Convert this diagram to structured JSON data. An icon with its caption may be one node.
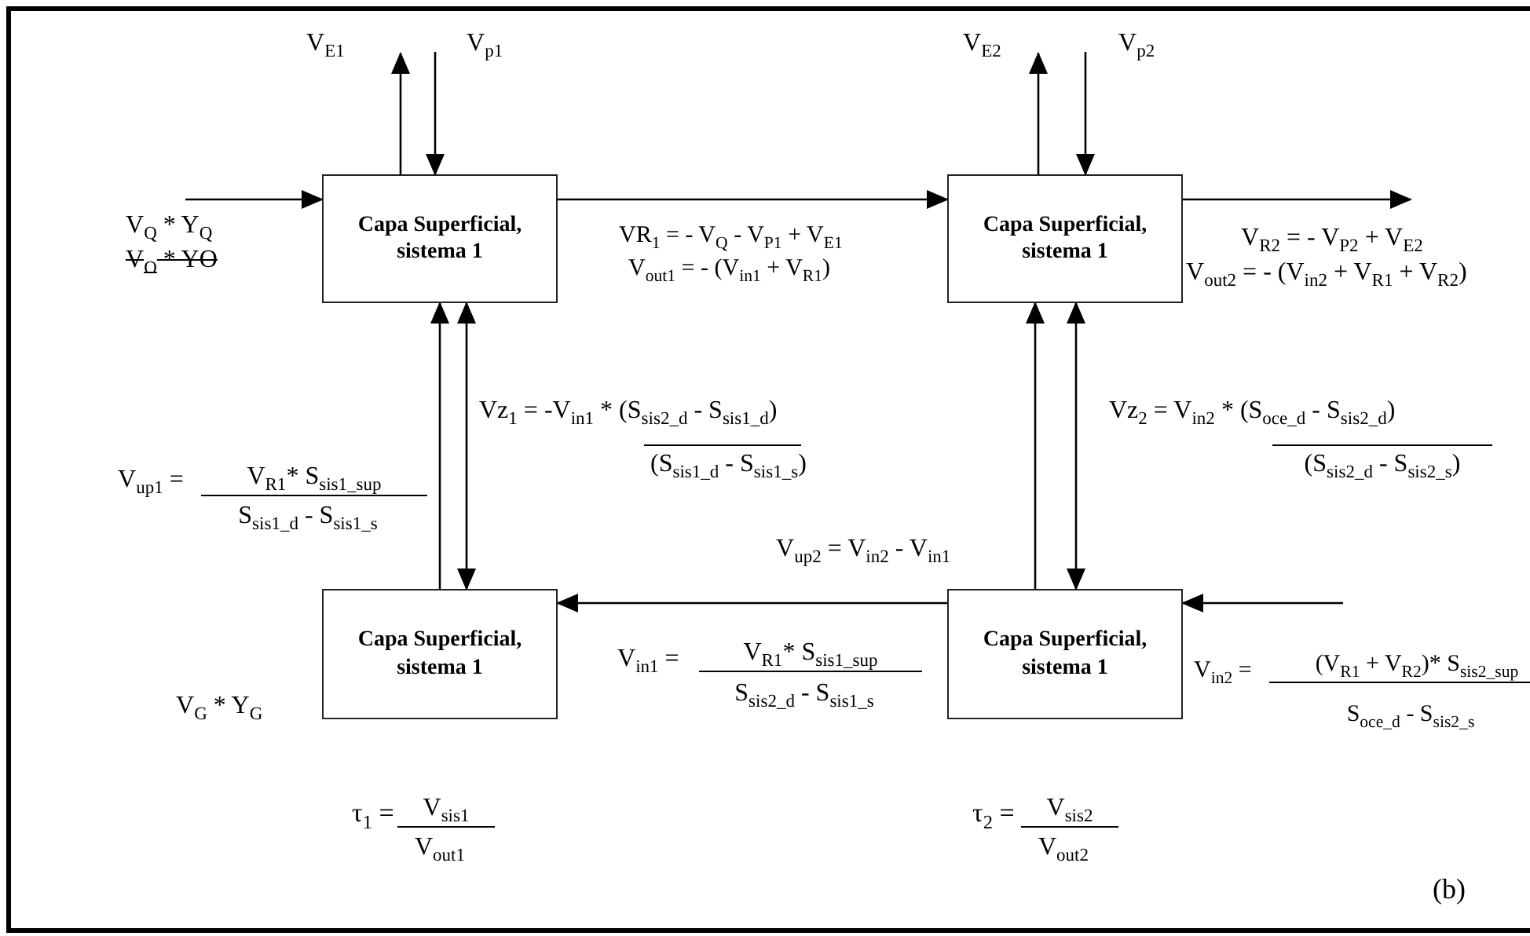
{
  "diagram": {
    "nodes": [
      {
        "text": [
          "Capa Superficial, sistema 1"
        ]
      },
      {
        "text": [
          "Capa Superficial, sistema 1"
        ]
      },
      {
        "text": [
          "Capa Superficial, sistema 1"
        ]
      },
      {
        "text": [
          "Capa Superficial, sistema 1"
        ]
      }
    ],
    "edges": [
      {
        "from": null,
        "to": 0,
        "arrow": "to"
      },
      {
        "from": 0,
        "to": null,
        "arrow": "to"
      },
      {
        "from": null,
        "to": 0,
        "arrow": "to"
      },
      {
        "from": 0,
        "to": 1,
        "arrow": "to"
      },
      {
        "from": 1,
        "to": null,
        "arrow": "to"
      },
      {
        "from": 1,
        "to": null,
        "arrow": "to"
      },
      {
        "from": null,
        "to": 1,
        "arrow": "to"
      },
      {
        "from": 2,
        "to": 0,
        "arrow": "to"
      },
      {
        "from": 2,
        "to": 0,
        "arrow": "both"
      },
      {
        "from": 3,
        "to": 1,
        "arrow": "to"
      },
      {
        "from": 3,
        "to": 1,
        "arrow": "both"
      },
      {
        "from": 3,
        "to": 2,
        "arrow": "to"
      },
      {
        "from": null,
        "to": 3,
        "arrow": "to"
      }
    ],
    "labels": [
      "V$_{E1}$",
      "V$_{p1}$",
      "V$_{E2}$",
      "V$_{p2}$",
      "VR$_{1}$ =  - V$_{Q}$ - V$_{P1}$ + V$_{E1}$",
      "V$_{out1}$ = - (V$_{in1}$ + V$_{R1}$)",
      "V$_{R2}$ = - V$_{P2}$ + V$_{E2}$",
      "V$_{out2}$ = - (V$_{in2}$ + V$_{R1}$ + V$_{R2}$)",
      "V$_{Q}$ * Y$_{Q}$",
      "V$_{O}$ * YO",
      "V$_{up1}$ =",
      "V$_{R1}$* S$_{sis1_sup}$",
      "S$_{sis1_d}$ - S$_{sis1_s}$",
      "Vz$_{1}$ = -V$_{in1}$ * (S$_{sis2_d}$ - S$_{sis1_d}$)",
      "(S$_{sis1_d}$ - S$_{sis1_s}$)",
      "Vz$_{2}$ = V$_{in2}$ * (S$_{oce_d}$ - S$_{sis2_d}$)",
      "(S$_{sis2_d}$ - S$_{sis2_s}$)",
      "V$_{up2}$ = V$_{in2}$ - V$_{in1}$",
      "V$_{G}$ * Y$_{G}$",
      "V$_{in1}$ =",
      "V$_{R1}$* S$_{sis1_sup}$",
      "S$_{sis2_d}$ - S$_{sis1_s}$",
      "V$_{in2}$ =",
      "(V$_{R1}$ + V$_{R2}$)* S$_{sis2_sup}$",
      "S$_{oce_d}$ - S$_{sis2_s}$",
      "τ$_{1}$ =",
      "V$_{sis1}$",
      "V$_{out1}$",
      "τ$_{2}$ =",
      "V$_{sis2}$",
      "V$_{out2}$",
      "(b)"
    ]
  }
}
